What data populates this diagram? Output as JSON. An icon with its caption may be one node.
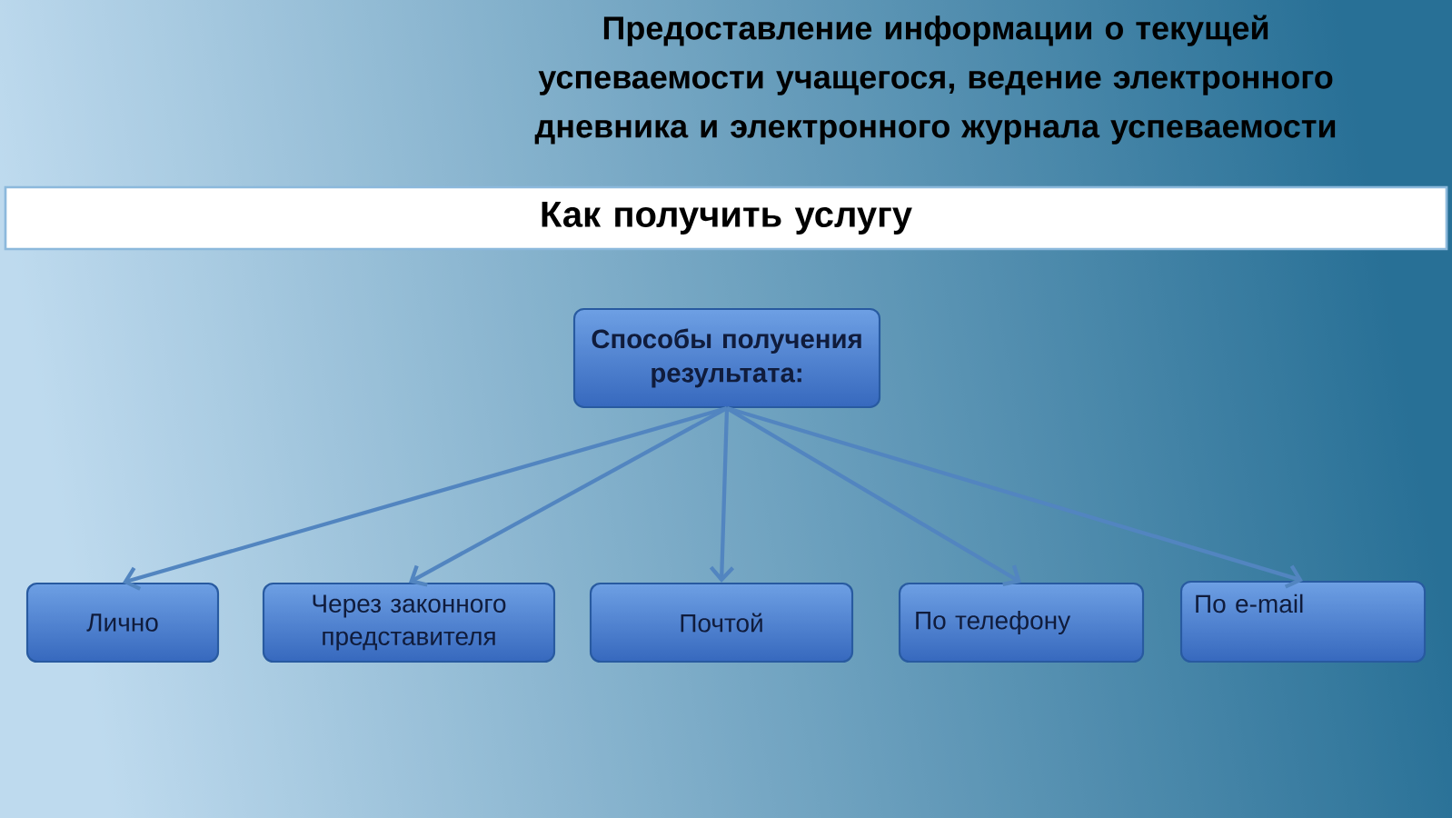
{
  "diagram": {
    "title": "Предоставление информации о текущей успеваемости учащегося, ведение электронного дневника и электронного журнала успеваемости",
    "nodes": [
      {
        "text": [
          "Как получить услугу"
        ]
      },
      {
        "text": [
          "Способы получения результата:"
        ]
      },
      {
        "text": [
          "Лично"
        ]
      },
      {
        "text": [
          "Через законного представителя"
        ]
      },
      {
        "text": [
          "Почтой"
        ]
      },
      {
        "text": [
          "По телефону"
        ]
      },
      {
        "text": [
          "По e-mail"
        ]
      }
    ],
    "edges": [
      {
        "from": 1,
        "to": 2,
        "arrow": "to"
      },
      {
        "from": 1,
        "to": 3,
        "arrow": "to"
      },
      {
        "from": 1,
        "to": 4,
        "arrow": "to"
      },
      {
        "from": 1,
        "to": 5,
        "arrow": "to"
      },
      {
        "from": 1,
        "to": 6,
        "arrow": "to"
      }
    ]
  }
}
